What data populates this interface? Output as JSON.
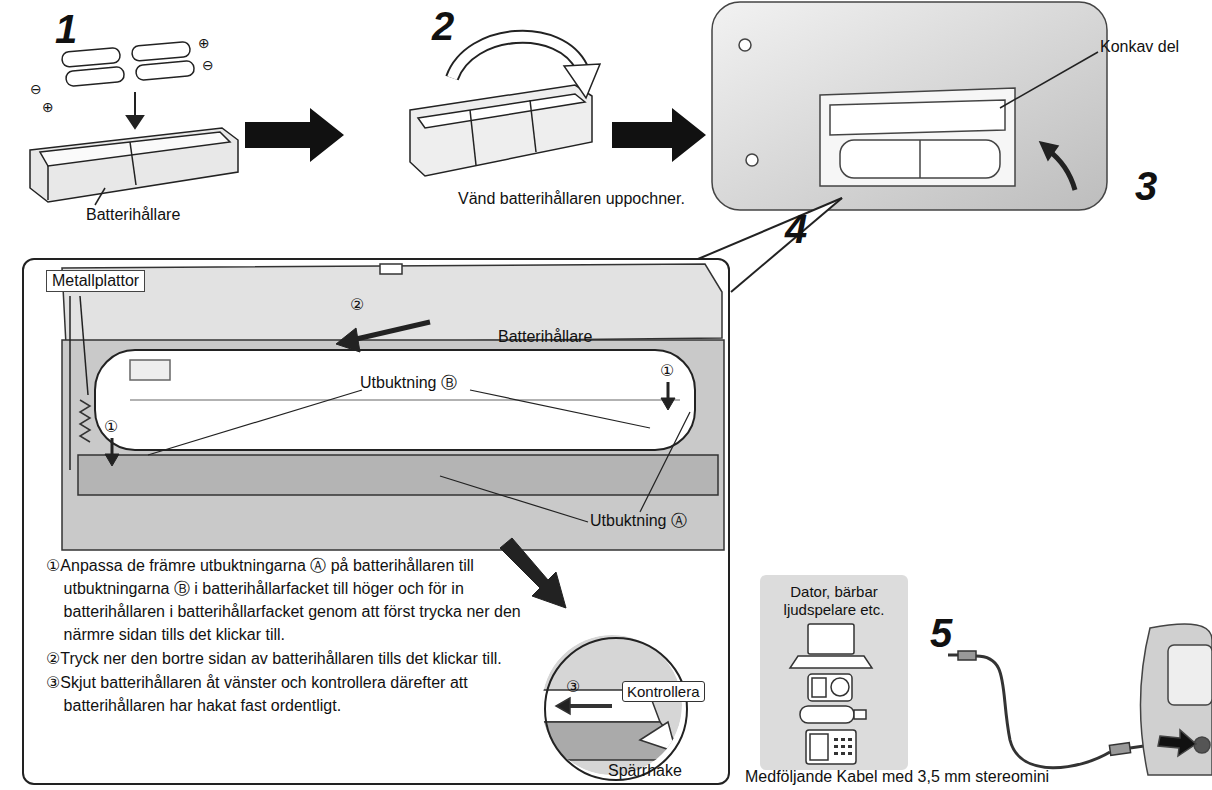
{
  "diagram": {
    "nodes": [
      {
        "text": [
          "①Anpassa de främre utbuktningarna Ⓐ på batterihållaren till utbuktningarna Ⓑ i batterihållarfacket till höger och för in batterihållaren i batterihållarfacket genom att först trycka ner den närmre sidan tills det klickar till.",
          "②Tryck ner den bortre sidan av batterihållaren tills det klickar till.",
          "③Skjut batterihållaren åt vänster och kontrollera därefter att batterihållaren har hakat fast ordentligt."
        ]
      },
      {
        "text": [
          "Kontrollera"
        ],
        "in": 0
      },
      {
        "text": [
          "Dator, bärbar ljudspelare etc."
        ]
      }
    ],
    "labels": [
      "1",
      "⊖",
      "⊕",
      "⊕",
      "⊖",
      "Batterihållare",
      "2",
      "Vänd batterihållaren uppochner.",
      "Konkav del",
      "3",
      "4",
      "Metallplattor",
      "②",
      "Batterihållare",
      "①",
      "Utbuktning Ⓑ",
      "①",
      "Utbuktning Ⓐ",
      "③",
      "Spärrhake",
      "5",
      "Medföljande Kabel med 3,5 mm stereomini"
    ]
  }
}
